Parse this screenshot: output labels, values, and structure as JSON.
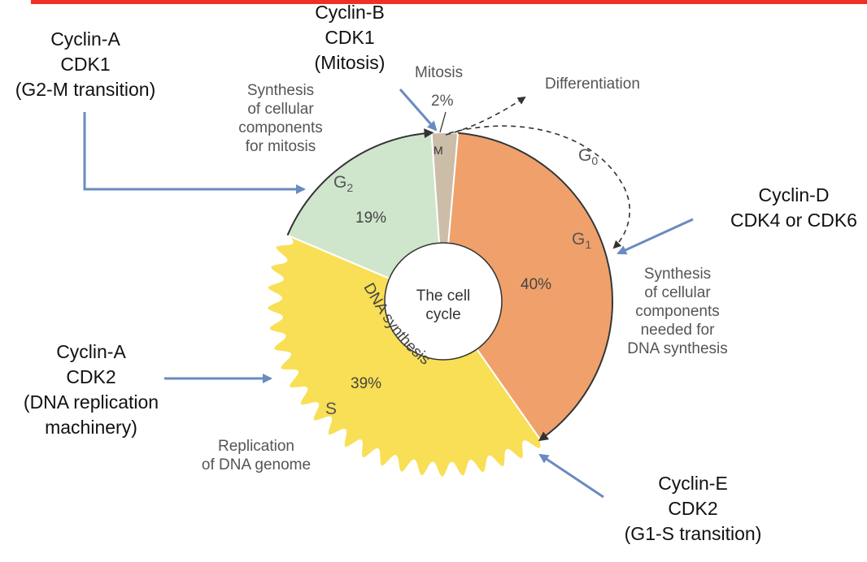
{
  "colors": {
    "accent_bar": "#ee3124",
    "g1": "#f0a06a",
    "s": "#f8df55",
    "g2": "#cfe6cc",
    "m": "#cbbda8",
    "arrow": "#6a8bc0"
  },
  "annotations": {
    "cyclin_b": [
      "Cyclin-B",
      "CDK1",
      "(Mitosis)"
    ],
    "cyclin_a_cdk1": [
      "Cyclin-A",
      "CDK1",
      "(G2-M transition)"
    ],
    "cyclin_d": [
      "Cyclin-D",
      "CDK4 or CDK6"
    ],
    "cyclin_a_cdk2": [
      "Cyclin-A",
      "CDK2",
      "(DNA replication",
      "machinery)"
    ],
    "cyclin_e": [
      "Cyclin-E",
      "CDK2",
      "(G1-S transition)"
    ]
  },
  "diagram": {
    "center_label": [
      "The cell",
      "cycle"
    ],
    "mitosis": {
      "title": "Mitosis",
      "percent": "2%",
      "abbr": "M"
    },
    "differentiation": "Differentiation",
    "g0": {
      "letter": "G",
      "sub": "0"
    },
    "g1": {
      "letter": "G",
      "sub": "1",
      "percent": "40%",
      "description": [
        "Synthesis",
        "of cellular",
        "components",
        "needed for",
        "DNA synthesis"
      ]
    },
    "g2": {
      "letter": "G",
      "sub": "2",
      "percent": "19%",
      "description": [
        "Synthesis",
        "of cellular",
        "components",
        "for mitosis"
      ]
    },
    "s": {
      "letter": "S",
      "percent": "39%",
      "inner_label": "DNA synthesis",
      "description": [
        "Replication",
        "of DNA genome"
      ]
    }
  }
}
